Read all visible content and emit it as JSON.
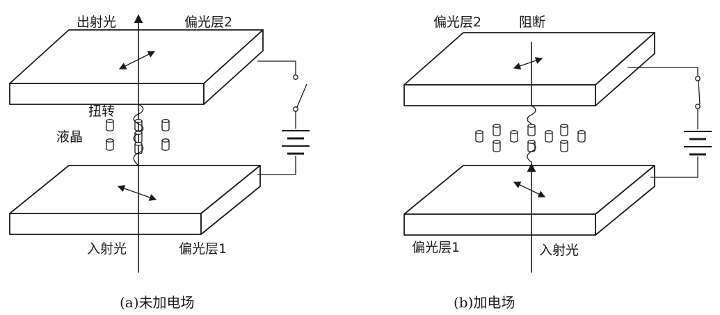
{
  "panel_a": {
    "label_out_light": "出射光",
    "label_polarizer2": "偏光层2",
    "label_twist": "扭转",
    "label_liquid_crystal": "液晶",
    "label_in_light": "入射光",
    "label_polarizer1": "偏光层1",
    "caption": "(a)未加电场"
  },
  "panel_b": {
    "label_polarizer2": "偏光层2",
    "label_blocked": "阻断",
    "label_polarizer1": "偏光层1",
    "label_in_light": "入射光",
    "caption": "(b)加电场"
  }
}
